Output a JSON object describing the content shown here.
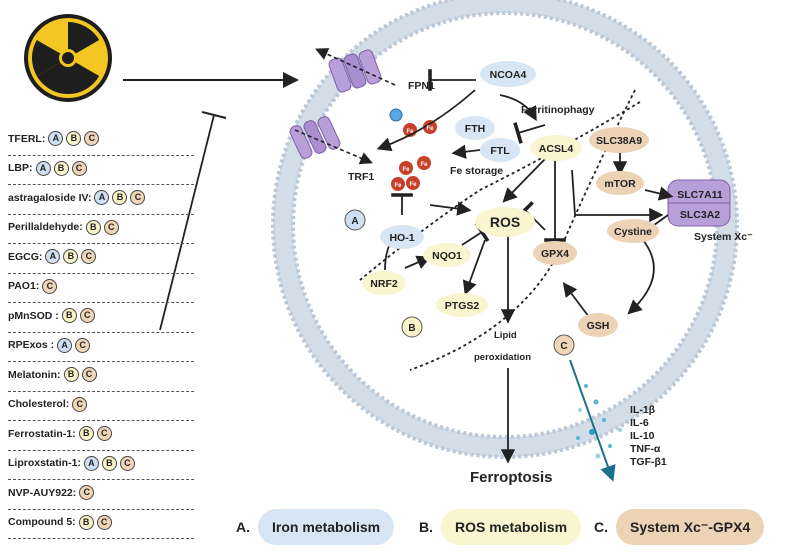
{
  "drugs": [
    {
      "name": "TFERL:",
      "badges": [
        "A",
        "B",
        "C"
      ]
    },
    {
      "name": "LBP:",
      "badges": [
        "A",
        "B",
        "C"
      ]
    },
    {
      "name": "astragaloside IV:",
      "badges": [
        "A",
        "B",
        "C"
      ]
    },
    {
      "name": "Perillaldehyde:",
      "badges": [
        "B",
        "C"
      ]
    },
    {
      "name": "EGCG:",
      "badges": [
        "A",
        "B",
        "C"
      ]
    },
    {
      "name": "PAO1:",
      "badges": [
        "C"
      ]
    },
    {
      "name": "pMnSOD :",
      "badges": [
        "B",
        "C"
      ]
    },
    {
      "name": "RPExos :",
      "badges": [
        "A",
        "C"
      ]
    },
    {
      "name": "Melatonin:",
      "badges": [
        "B",
        "C"
      ]
    },
    {
      "name": "Cholesterol:",
      "badges": [
        "C"
      ]
    },
    {
      "name": "Ferrostatin-1:",
      "badges": [
        "B",
        "C"
      ]
    },
    {
      "name": "Liproxstatin-1:",
      "badges": [
        "A",
        "B",
        "C"
      ]
    },
    {
      "name": "NVP-AUY922:",
      "badges": [
        "C"
      ]
    },
    {
      "name": "Compound 5:",
      "badges": [
        "B",
        "C"
      ]
    }
  ],
  "nodes": {
    "ncoa4": "NCOA4",
    "fth": "FTH",
    "ftl": "FTL",
    "acsl4": "ACSL4",
    "slc38a9": "SLC38A9",
    "mtor": "mTOR",
    "ho1": "HO-1",
    "ros": "ROS",
    "nqo1": "NQO1",
    "nrf2": "NRF2",
    "ptgs2": "PTGS2",
    "gpx4": "GPX4",
    "cystine": "Cystine",
    "gsh": "GSH",
    "slc7a11": "SLC7A11",
    "slc3a2": "SLC3A2"
  },
  "labels": {
    "fpn1": "FPN1",
    "trf1": "TRF1",
    "ferritinophagy": "Ferritinophagy",
    "fe_storage": "Fe storage",
    "system_xc": "System Xc⁻",
    "lipid": "Lipid",
    "peroxidation": "peroxidation",
    "ferroptosis": "Ferroptosis",
    "fe": "Fe",
    "region_a": "A",
    "region_b": "B",
    "region_c": "C"
  },
  "cytokines": [
    "IL-1β",
    "IL-6",
    "IL-10",
    "TNF-α",
    "TGF-β1"
  ],
  "legend": [
    {
      "key": "A.",
      "text": "Iron metabolism",
      "color": "#d6e6f5"
    },
    {
      "key": "B.",
      "text": "ROS metabolism",
      "color": "#f8f5cf"
    },
    {
      "key": "C.",
      "text": "System Xc⁻-GPX4",
      "color": "#ecd3b6"
    }
  ],
  "colors": {
    "iron": "#d6e6f5",
    "ros": "#f8f5cf",
    "xc": "#ecd3b6",
    "membrane": "#b9c7d6",
    "transporter": "#a98fcf",
    "fe_ball": "#c9402a",
    "cytokine_arrow": "#1f6f8b"
  }
}
